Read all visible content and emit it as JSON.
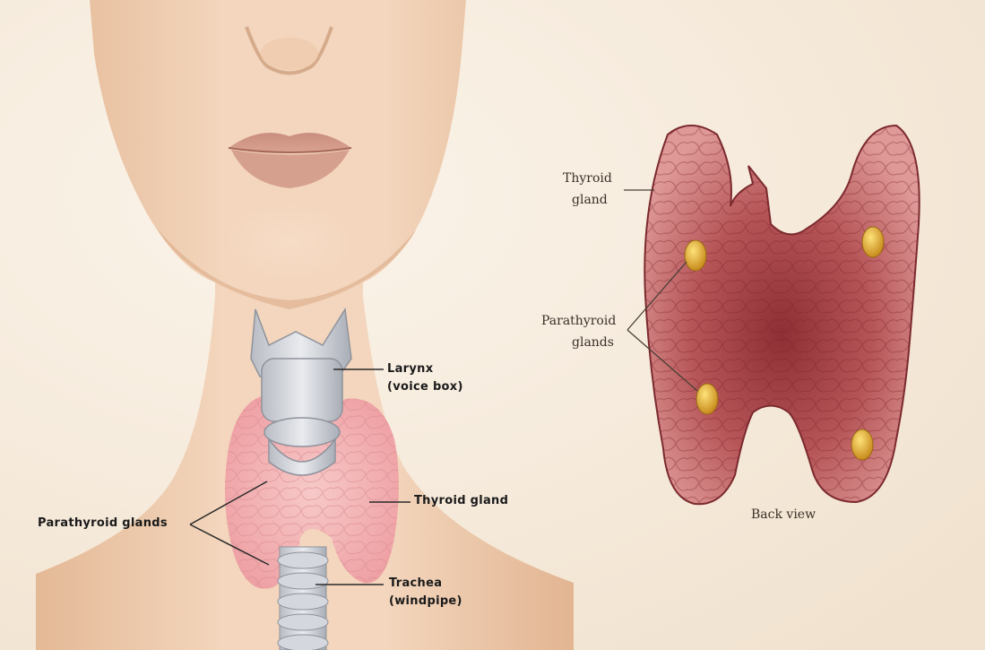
{
  "front_view": {
    "larynx": [
      "Larynx",
      "(voice box)"
    ],
    "thyroid": "Thyroid gland",
    "parathyroid": "Parathyroid  glands",
    "trachea": [
      "Trachea",
      "(windpipe)"
    ]
  },
  "back_view": {
    "thyroid": [
      "Thyroid",
      "gland"
    ],
    "parathyroid": [
      "Parathyroid",
      "glands"
    ],
    "caption": "Back view"
  },
  "colors": {
    "background": "#f7efe3",
    "skin": "#eecdb0",
    "thyroid_front": "#f4b9b9",
    "thyroid_back": "#b94f53",
    "parathyroid": "#e7b53a"
  }
}
